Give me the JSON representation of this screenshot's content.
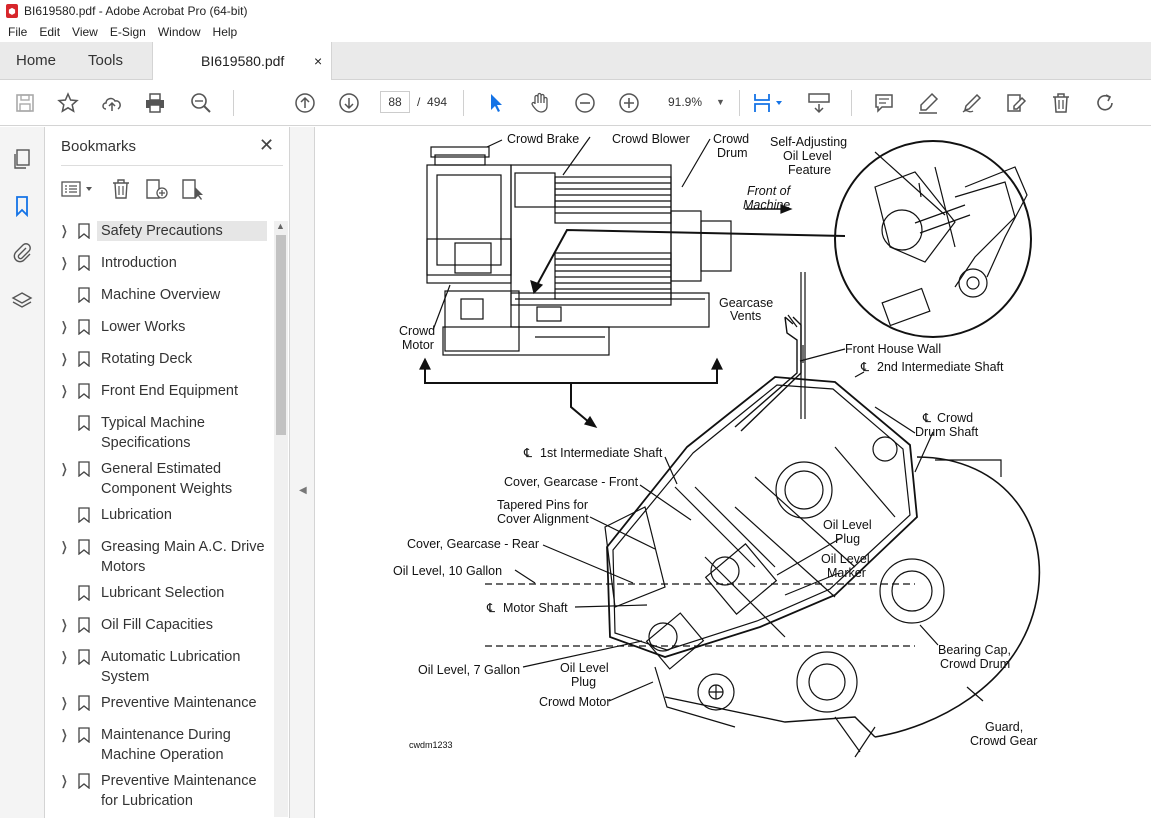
{
  "window": {
    "title": "BI619580.pdf - Adobe Acrobat Pro (64-bit)"
  },
  "menu": [
    "File",
    "Edit",
    "View",
    "E-Sign",
    "Window",
    "Help"
  ],
  "tabs": {
    "home": "Home",
    "tools": "Tools",
    "document": "BI619580.pdf",
    "close": "×"
  },
  "toolbar": {
    "current_page": "88",
    "page_separator": "/",
    "total_pages": "494",
    "zoom": "91.9%"
  },
  "bookmarks": {
    "title": "Bookmarks",
    "close": "✕",
    "items": [
      {
        "label": "Safety Precautions",
        "expandable": true,
        "selected": true
      },
      {
        "label": "Introduction",
        "expandable": true
      },
      {
        "label": "Machine Overview",
        "expandable": false
      },
      {
        "label": "Lower Works",
        "expandable": true
      },
      {
        "label": "Rotating Deck",
        "expandable": true
      },
      {
        "label": "Front End Equipment",
        "expandable": true
      },
      {
        "label": "Typical Machine Specifications",
        "expandable": false
      },
      {
        "label": "General Estimated Component Weights",
        "expandable": true
      },
      {
        "label": "Lubrication",
        "expandable": false
      },
      {
        "label": "Greasing Main A.C. Drive Motors",
        "expandable": true
      },
      {
        "label": "Lubricant Selection",
        "expandable": false
      },
      {
        "label": "Oil Fill Capacities",
        "expandable": true
      },
      {
        "label": "Automatic Lubrication System",
        "expandable": true
      },
      {
        "label": "Preventive Maintenance",
        "expandable": true
      },
      {
        "label": "Maintenance During Machine Operation",
        "expandable": true
      },
      {
        "label": "Preventive Maintenance for Lubrication",
        "expandable": true
      }
    ]
  },
  "drawing": {
    "labels": {
      "crowd_brake": "Crowd Brake",
      "crowd_blower": "Crowd Blower",
      "crowd_drum_1": "Crowd",
      "crowd_drum_2": "Drum",
      "self_adj_1": "Self-Adjusting",
      "self_adj_2": "Oil Level",
      "self_adj_3": "Feature",
      "front_machine_1": "Front of",
      "front_machine_2": "Machine",
      "crowd_motor_top_1": "Crowd",
      "crowd_motor_top_2": "Motor",
      "gearcase_vents_1": "Gearcase",
      "gearcase_vents_2": "Vents",
      "front_house_wall": "Front House Wall",
      "second_shaft": "2nd Intermediate Shaft",
      "crowd_drum_shaft_1": "Crowd",
      "crowd_drum_shaft_2": "Drum Shaft",
      "first_shaft": "1st Intermediate Shaft",
      "cover_front": "Cover, Gearcase - Front",
      "tapered_1": "Tapered Pins for",
      "tapered_2": "Cover Alignment",
      "cover_rear": "Cover, Gearcase - Rear",
      "oil_10": "Oil Level, 10 Gallon",
      "motor_shaft": "Motor Shaft",
      "oil_plug_right_1": "Oil Level",
      "oil_plug_right_2": "Plug",
      "oil_marker_1": "Oil Level",
      "oil_marker_2": "Marker",
      "oil_7": "Oil Level, 7 Gallon",
      "oil_plug_left_1": "Oil Level",
      "oil_plug_left_2": "Plug",
      "crowd_motor_bottom": "Crowd Motor",
      "bearing_cap_1": "Bearing Cap,",
      "bearing_cap_2": "Crowd Drum",
      "guard_1": "Guard,",
      "guard_2": "Crowd Gear",
      "figure_id": "cwdm1233",
      "centerline": "℄"
    }
  },
  "colors": {
    "accent": "#1473e6",
    "tabbar": "#eaeaea",
    "pdf_red": "#d7262b"
  }
}
